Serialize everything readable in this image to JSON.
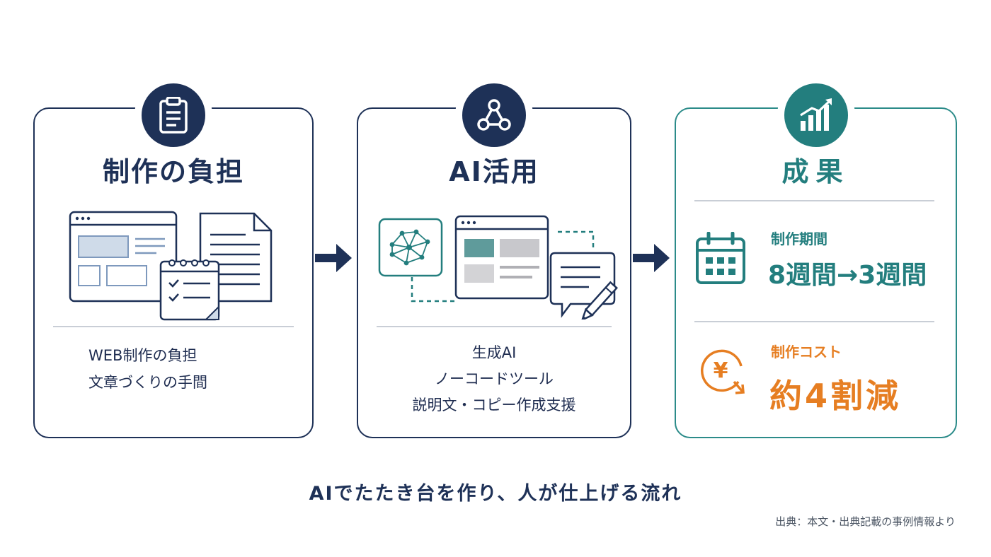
{
  "cards": [
    {
      "title": "制作の負担",
      "icon": "clipboard-icon",
      "items": [
        "WEB制作の負担",
        "文章づくりの手間"
      ]
    },
    {
      "title": "AI活用",
      "icon": "network-icon",
      "items": [
        "生成AI",
        "ノーコードツール",
        "説明文・コピー作成支援"
      ]
    },
    {
      "title": "成果",
      "icon": "growth-chart-icon",
      "results": [
        {
          "label": "制作期間",
          "value": "8週間→3週間",
          "icon": "calendar-icon"
        },
        {
          "label": "制作コスト",
          "value": "約4割減",
          "icon": "yen-down-icon"
        }
      ]
    }
  ],
  "footer": {
    "tagline": "AIでたたき台を作り、人が仕上げる流れ",
    "source": "出典：本文・出典記載の事例情報より"
  },
  "colors": {
    "navy": "#1e3157",
    "teal": "#237e7e",
    "orange": "#e67e22",
    "gray": "#c9ced6"
  }
}
